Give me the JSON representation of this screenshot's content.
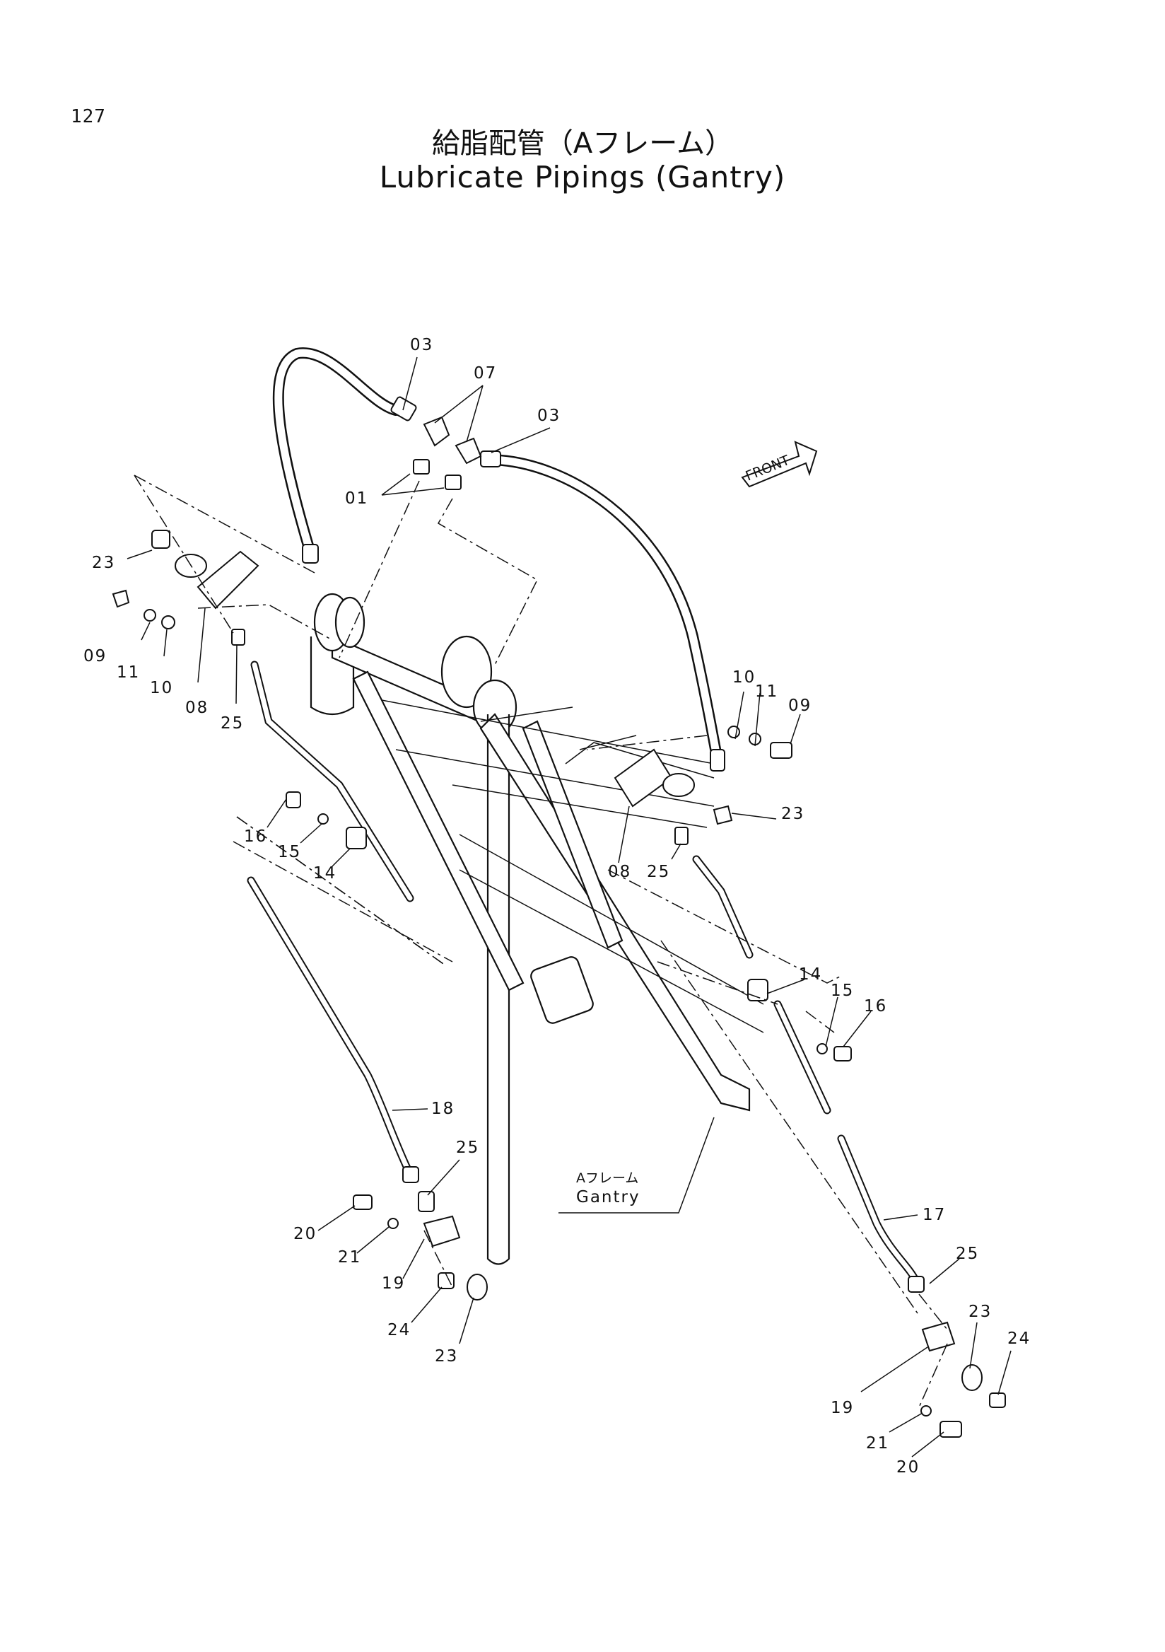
{
  "page_number": "127",
  "title_jp": "給脂配管（Aフレーム）",
  "title_en": "Lubricate Pipings (Gantry)",
  "front_label": "FRONT",
  "gantry_label_jp": "Aフレーム",
  "gantry_label_en": "Gantry",
  "part_labels": {
    "p03a": "03",
    "p07": "07",
    "p03b": "03",
    "p01": "01",
    "p23a": "23",
    "p09a": "09",
    "p11a": "11",
    "p10a": "10",
    "p08a": "08",
    "p25a": "25",
    "p10b": "10",
    "p11b": "11",
    "p09b": "09",
    "p23b": "23",
    "p08b": "08",
    "p25b": "25",
    "p16a": "16",
    "p15a": "15",
    "p14a": "14",
    "p14b": "14",
    "p15b": "15",
    "p16b": "16",
    "p18": "18",
    "p25c": "25",
    "p20a": "20",
    "p21a": "21",
    "p19a": "19",
    "p24a": "24",
    "p23c": "23",
    "p17": "17",
    "p25d": "25",
    "p23d": "23",
    "p24b": "24",
    "p19b": "19",
    "p21b": "21",
    "p20b": "20"
  }
}
